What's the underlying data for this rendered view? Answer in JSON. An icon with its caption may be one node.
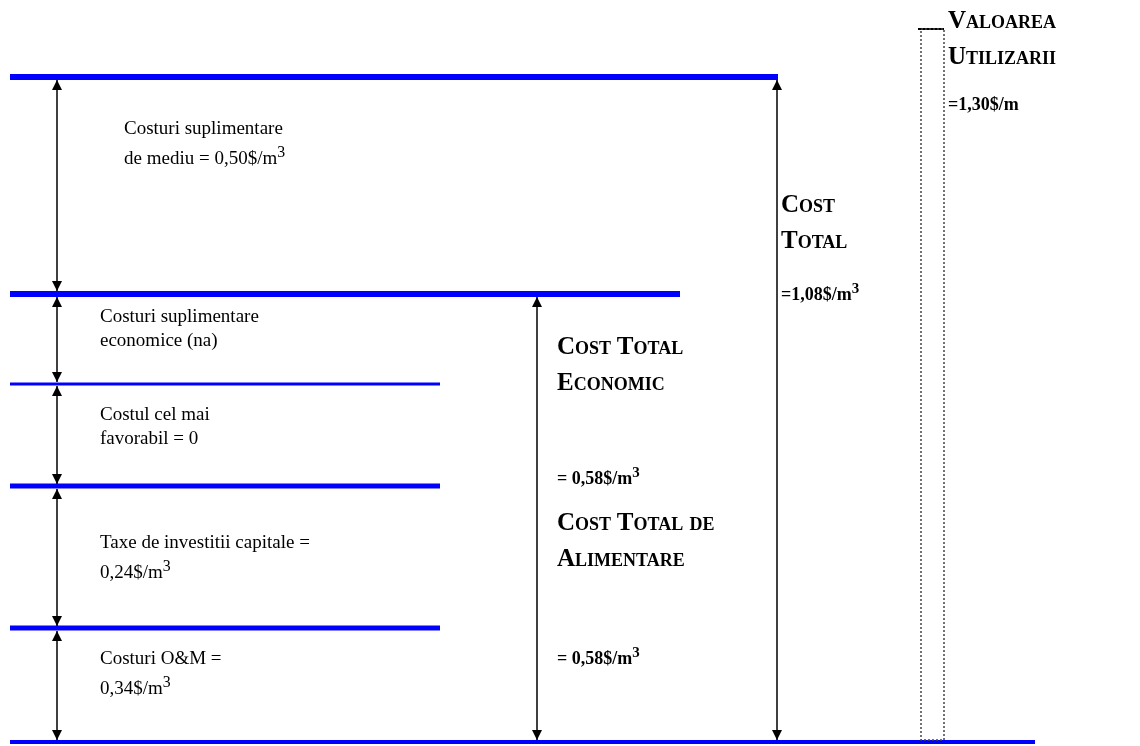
{
  "diagram": {
    "labels": [
      "Valoarea Utilizarii",
      "=1,30$/m",
      "Costuri suplimentare de mediu = 0,50$/m$^{3}$",
      "Cost Total",
      "=1,08$/m$^{3}$",
      "Costuri suplimentare economice (na)",
      "Cost Total Economic",
      "= 0,58$/m$^{3}$",
      "Costul cel mai favorabil = 0",
      "Taxe de investitii capitale = 0,24$/m$^{3}$",
      "Cost Total de Alimentare",
      "= 0,58$/m$^{3}$",
      "Costuri O&M = 0,34$/m$^{3}$"
    ]
  }
}
